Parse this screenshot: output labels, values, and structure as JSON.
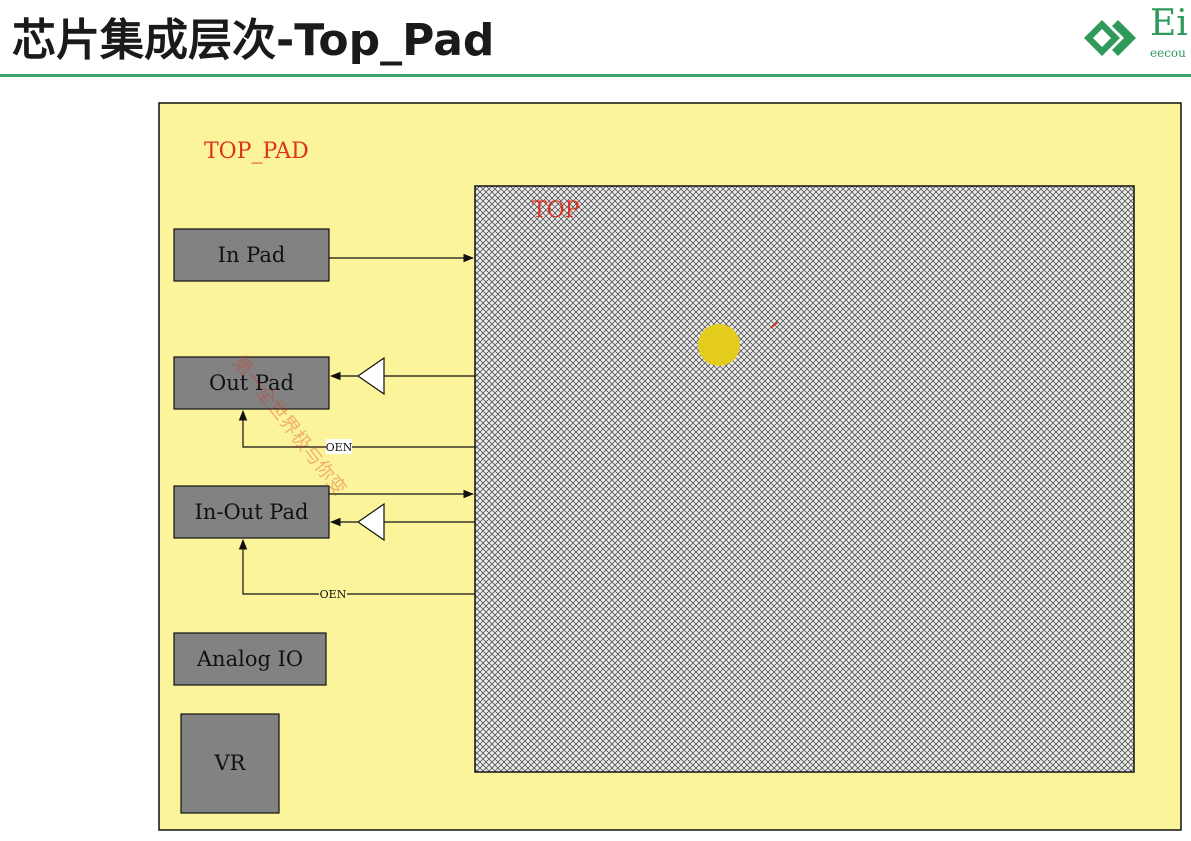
{
  "slide": {
    "title": "芯片集成层次-Top_Pad"
  },
  "logo": {
    "text": "Ei",
    "subtext": "eecou"
  },
  "diagram": {
    "outer_label": "TOP_PAD",
    "core_label": "TOP",
    "blocks": {
      "in_pad": "In Pad",
      "out_pad": "Out Pad",
      "inout_pad": "In-Out Pad",
      "analog_io": "Analog IO",
      "vr": "VR"
    },
    "signals": {
      "oen_out": "OEN",
      "oen_inout": "OEN"
    },
    "watermark": "第一全世界极与你变"
  },
  "colors": {
    "outer_fill": "#fbf49a",
    "block_fill": "#828282",
    "core_hatch": "#555555",
    "title_rule": "#3aa86a",
    "label_red": "#e0301e",
    "dot": "#e3cc1a"
  }
}
